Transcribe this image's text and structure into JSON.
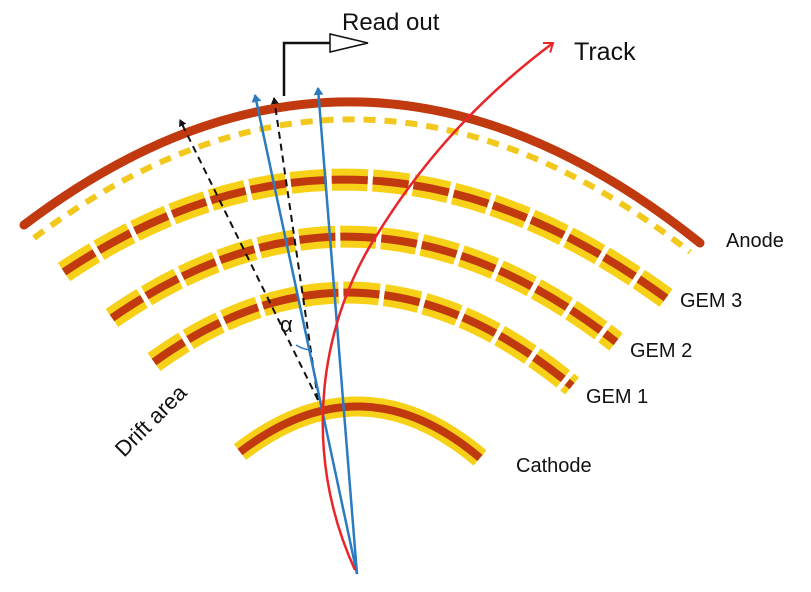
{
  "labels": {
    "read_out": "Read out",
    "track": "Track",
    "anode": "Anode",
    "gem3": "GEM 3",
    "gem2": "GEM 2",
    "gem1": "GEM 1",
    "cathode": "Cathode",
    "drift_area": "Drift area",
    "alpha": "α"
  },
  "colors": {
    "electrode": "#c0390f",
    "gem_foil": "#f7d118",
    "anode_strip": "#f2c81c",
    "track": "#e8262a",
    "ray": "#2b7bc0",
    "dashed": "#111111",
    "readout": "#111111"
  }
}
